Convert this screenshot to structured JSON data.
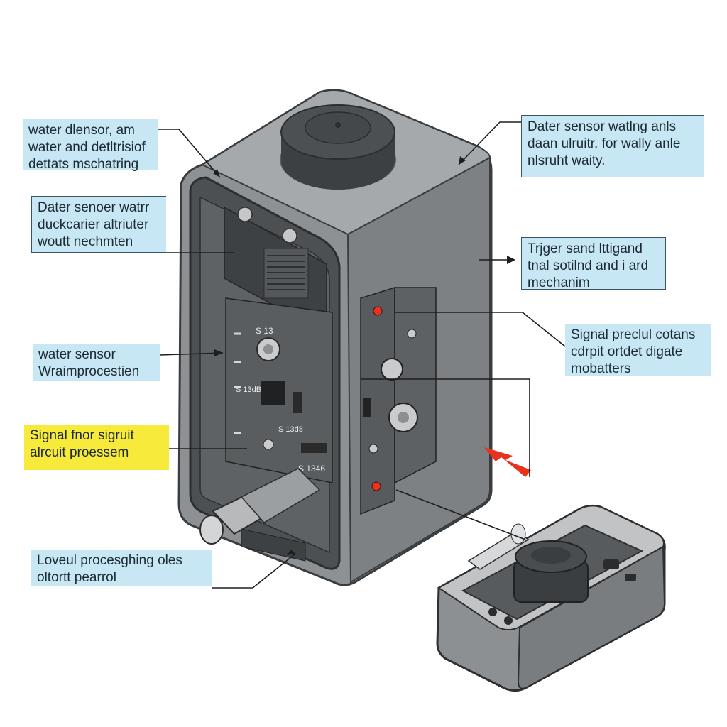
{
  "callouts": {
    "c1": {
      "lines": [
        "water dlensor, am",
        "water and detltrisiof",
        "dettats mschatring"
      ]
    },
    "c2": {
      "lines": [
        "Dater senoer watrr",
        "duckcarier altriuter",
        "woutt nechmten"
      ]
    },
    "c3": {
      "lines": [
        "water sensor",
        "Wraimprocestien"
      ]
    },
    "c4": {
      "lines": [
        "Signal fnor sigruit",
        "alrcuit proessem"
      ]
    },
    "c5": {
      "lines": [
        "Loveul procesghing oles",
        "oltortt pearrol"
      ]
    },
    "c6": {
      "lines": [
        "Dater sensor watlng anls",
        "daan ulruitr. for wally anle",
        "nlsruht waity."
      ]
    },
    "c7": {
      "lines": [
        "Trjger sand lttigand",
        "tnal sotilnd and i ard",
        "mechanim"
      ]
    },
    "c8": {
      "lines": [
        "Signal preclul cotans",
        "cdrpit ortdet digate",
        "mobatters"
      ]
    }
  },
  "board_marks": {
    "m1": "S 13",
    "m2": "S 13dB",
    "m3": "S 13d8",
    "m4": "S 1346"
  },
  "colors": {
    "box_body": "#8e9193",
    "box_side": "#767a7d",
    "box_top": "#a4a7a9",
    "board": "#5c5f62",
    "highlight_red": "#e8321e",
    "callout_blue": "#c7e7f4",
    "callout_yellow": "#f7ea3a"
  },
  "icons": [
    "black-dial-cap",
    "chip-icon",
    "connector-icon",
    "red-arrow-icon",
    "led-indicator"
  ]
}
